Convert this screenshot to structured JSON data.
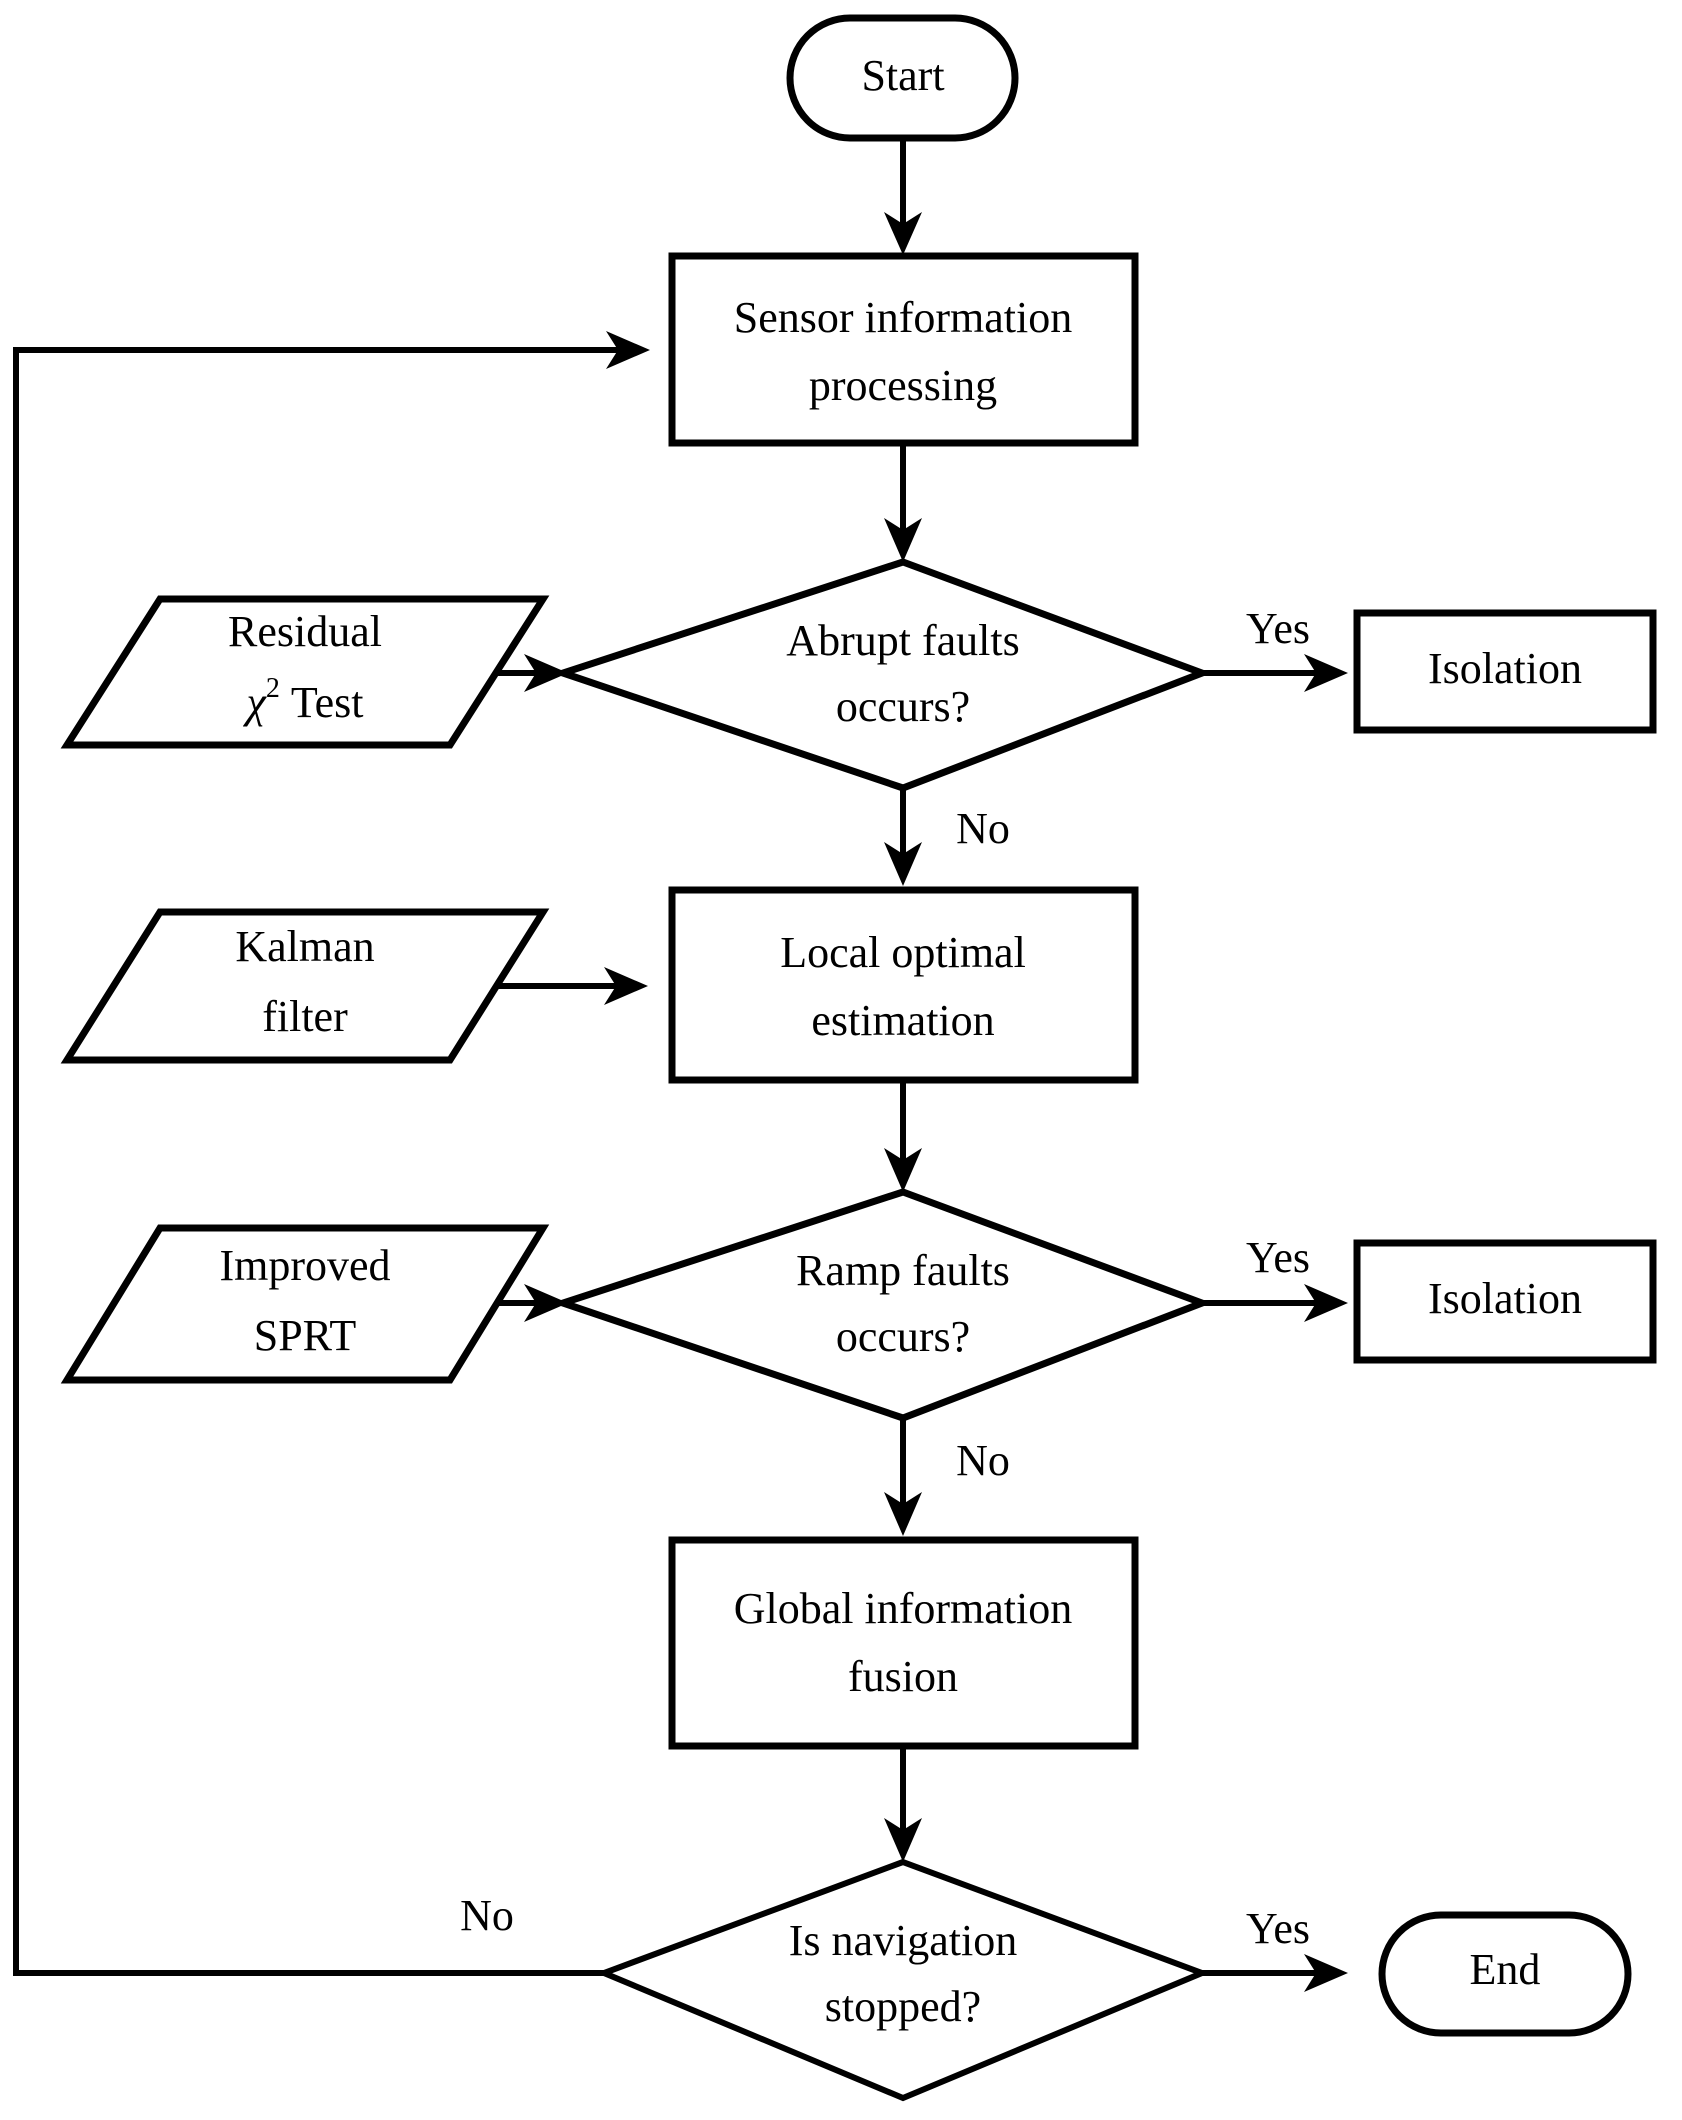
{
  "diagram": {
    "type": "flowchart",
    "title": "Sensor fault detection and isolation navigation flowchart",
    "orientation": "top-to-bottom",
    "background_color": "#ffffff",
    "line_color": "#000000",
    "nodes": [
      {
        "id": "start",
        "shape": "stadium",
        "label": "Start"
      },
      {
        "id": "sensorproc",
        "shape": "rectangle",
        "label_line1": "Sensor information",
        "label_line2": "processing"
      },
      {
        "id": "residual",
        "shape": "parallelogram",
        "label_line1": "Residual",
        "label_line2_prefix": "χ",
        "label_line2_sup": "2",
        "label_line2_suffix": "Test"
      },
      {
        "id": "abrupt",
        "shape": "diamond",
        "label_line1": "Abrupt faults",
        "label_line2": "occurs?"
      },
      {
        "id": "isolation1",
        "shape": "rectangle",
        "label": "Isolation"
      },
      {
        "id": "kalman",
        "shape": "parallelogram",
        "label_line1": "Kalman",
        "label_line2": "filter"
      },
      {
        "id": "localopt",
        "shape": "rectangle",
        "label_line1": "Local optimal",
        "label_line2": "estimation"
      },
      {
        "id": "sprt",
        "shape": "parallelogram",
        "label_line1": "Improved",
        "label_line2": "SPRT"
      },
      {
        "id": "ramp",
        "shape": "diamond",
        "label_line1": "Ramp faults",
        "label_line2": "occurs?"
      },
      {
        "id": "isolation2",
        "shape": "rectangle",
        "label": "Isolation"
      },
      {
        "id": "fusion",
        "shape": "rectangle",
        "label_line1": "Global information",
        "label_line2": "fusion"
      },
      {
        "id": "navstop",
        "shape": "diamond",
        "label_line1": "Is navigation",
        "label_line2": "stopped?"
      },
      {
        "id": "end",
        "shape": "stadium",
        "label": "End"
      }
    ],
    "edge_labels": {
      "abrupt_yes": "Yes",
      "abrupt_no": "No",
      "ramp_yes": "Yes",
      "ramp_no": "No",
      "navstop_yes": "Yes",
      "navstop_no": "No"
    },
    "edges": [
      {
        "from": "start",
        "to": "sensorproc",
        "label": ""
      },
      {
        "from": "sensorproc",
        "to": "abrupt",
        "label": ""
      },
      {
        "from": "residual",
        "to": "abrupt",
        "label": ""
      },
      {
        "from": "abrupt",
        "to": "isolation1",
        "label": "Yes"
      },
      {
        "from": "abrupt",
        "to": "localopt",
        "label": "No"
      },
      {
        "from": "kalman",
        "to": "localopt",
        "label": ""
      },
      {
        "from": "localopt",
        "to": "ramp",
        "label": ""
      },
      {
        "from": "sprt",
        "to": "ramp",
        "label": ""
      },
      {
        "from": "ramp",
        "to": "isolation2",
        "label": "Yes"
      },
      {
        "from": "ramp",
        "to": "fusion",
        "label": "No"
      },
      {
        "from": "fusion",
        "to": "navstop",
        "label": ""
      },
      {
        "from": "navstop",
        "to": "end",
        "label": "Yes"
      },
      {
        "from": "navstop",
        "to": "sensorproc",
        "label": "No"
      }
    ]
  }
}
